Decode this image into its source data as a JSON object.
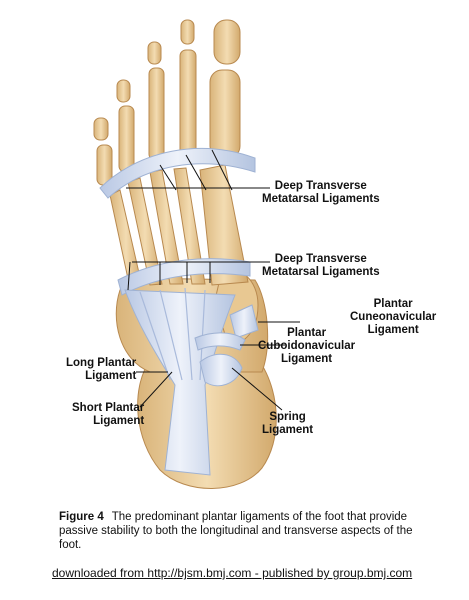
{
  "labels": {
    "deep_transverse_1": [
      "Deep Transverse",
      "Metatarsal Ligaments"
    ],
    "deep_transverse_2": [
      "Deep Transverse",
      "Metatarsal Ligaments"
    ],
    "plantar_cuneonavicular": [
      "Plantar",
      "Cuneonavicular",
      "Ligament"
    ],
    "plantar_cuboidonavicular": [
      "Plantar",
      "Cuboidonavicular",
      "Ligament"
    ],
    "long_plantar": [
      "Long Plantar",
      "Ligament"
    ],
    "short_plantar": [
      "Short Plantar",
      "Ligament"
    ],
    "spring": [
      "Spring",
      "Ligament"
    ]
  },
  "caption": {
    "figure_number": "Figure 4",
    "text": "The predominant plantar ligaments of the foot that provide passive stability to both the longitudinal and transverse aspects of the foot."
  },
  "footer": "downloaded from http://bjsm.bmj.com - published by group.bmj.com",
  "colors": {
    "bone": "#e9cc9a",
    "bone_shadow": "#c99f63",
    "ligament": "#dde6f4",
    "ligament_edge": "#9fb2d3",
    "text": "#111111"
  }
}
